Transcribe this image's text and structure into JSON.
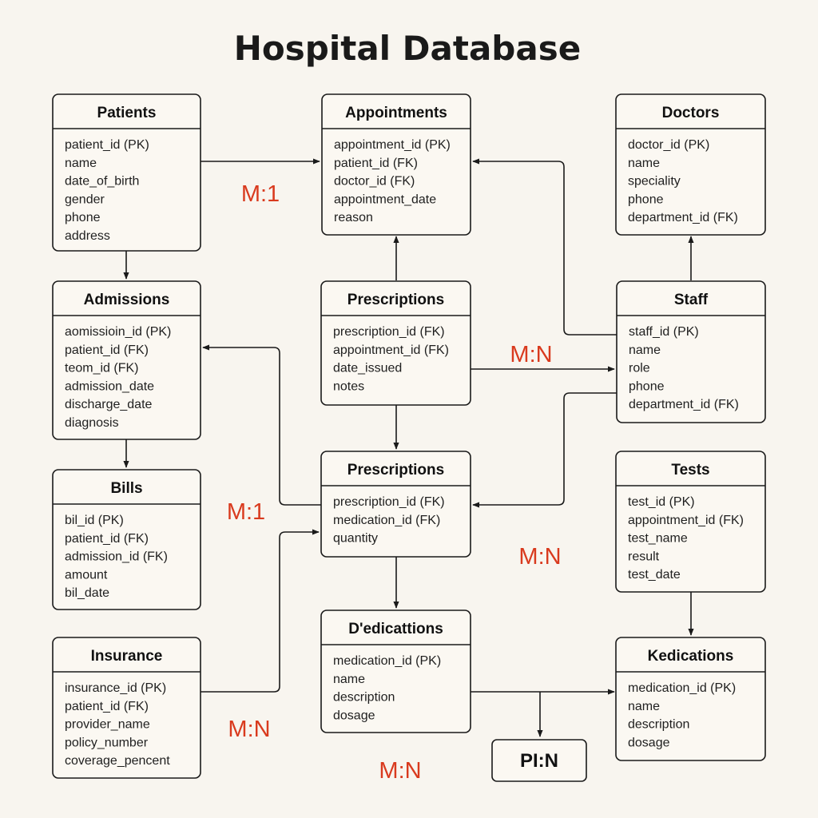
{
  "title": "Hospital Database",
  "colors": {
    "background": "#f8f5ef",
    "line": "#1a1a1a",
    "cardinality": "#d93a1e"
  },
  "entities": [
    {
      "id": "patients",
      "header": "Patients",
      "attributes": [
        "patient_id (PK)",
        "name",
        "date_of_birth",
        "gender",
        "phone",
        "address"
      ]
    },
    {
      "id": "appointments",
      "header": "Appointments",
      "attributes": [
        "appointment_id (PK)",
        "patient_id (FK)",
        "doctor_id (FK)",
        "appointment_date",
        "reason"
      ]
    },
    {
      "id": "doctors",
      "header": "Doctors",
      "attributes": [
        "doctor_id (PK)",
        "name",
        "speciality",
        "phone",
        "department_id (FK)"
      ]
    },
    {
      "id": "admissions",
      "header": "Admissions",
      "attributes": [
        "aomissioin_id (PK)",
        "patient_id (FK)",
        "teom_id (FK)",
        "admission_date",
        "discharge_date",
        "diagnosis"
      ]
    },
    {
      "id": "prescriptions-1",
      "header": "Prescriptions",
      "attributes": [
        "prescription_id (FK)",
        "appointment_id (FK)",
        "date_issued",
        "notes"
      ]
    },
    {
      "id": "staff",
      "header": "Staff",
      "attributes": [
        "staff_id (PK)",
        "name",
        "role",
        "phone",
        "department_id (FK)"
      ]
    },
    {
      "id": "bills",
      "header": "Bills",
      "attributes": [
        "bil_id (PK)",
        "patient_id (FK)",
        "admission_id (FK)",
        "amount",
        "bil_date"
      ]
    },
    {
      "id": "prescriptions-2",
      "header": "Prescriptions",
      "attributes": [
        "prescription_id (FK)",
        "medication_id (FK)",
        "quantity"
      ]
    },
    {
      "id": "tests",
      "header": "Tests",
      "attributes": [
        "test_id (PK)",
        "appointment_id (FK)",
        "test_name",
        "result",
        "test_date"
      ]
    },
    {
      "id": "insurance",
      "header": "Insurance",
      "attributes": [
        "insurance_id (PK)",
        "patient_id (FK)",
        "provider_name",
        "policy_number",
        "coverage_pencent"
      ]
    },
    {
      "id": "dedicattions",
      "header": "D'edicattions",
      "attributes": [
        "medication_id (PK)",
        "name",
        "description",
        "dosage"
      ]
    },
    {
      "id": "kedications",
      "header": "Kedications",
      "attributes": [
        "medication_id (PK)",
        "name",
        "description",
        "dosage"
      ]
    }
  ],
  "cardinality_labels": [
    "M:1",
    "M:N",
    "M:1",
    "M:N",
    "M:N",
    "M:N"
  ],
  "boxed_label": "PI:N"
}
